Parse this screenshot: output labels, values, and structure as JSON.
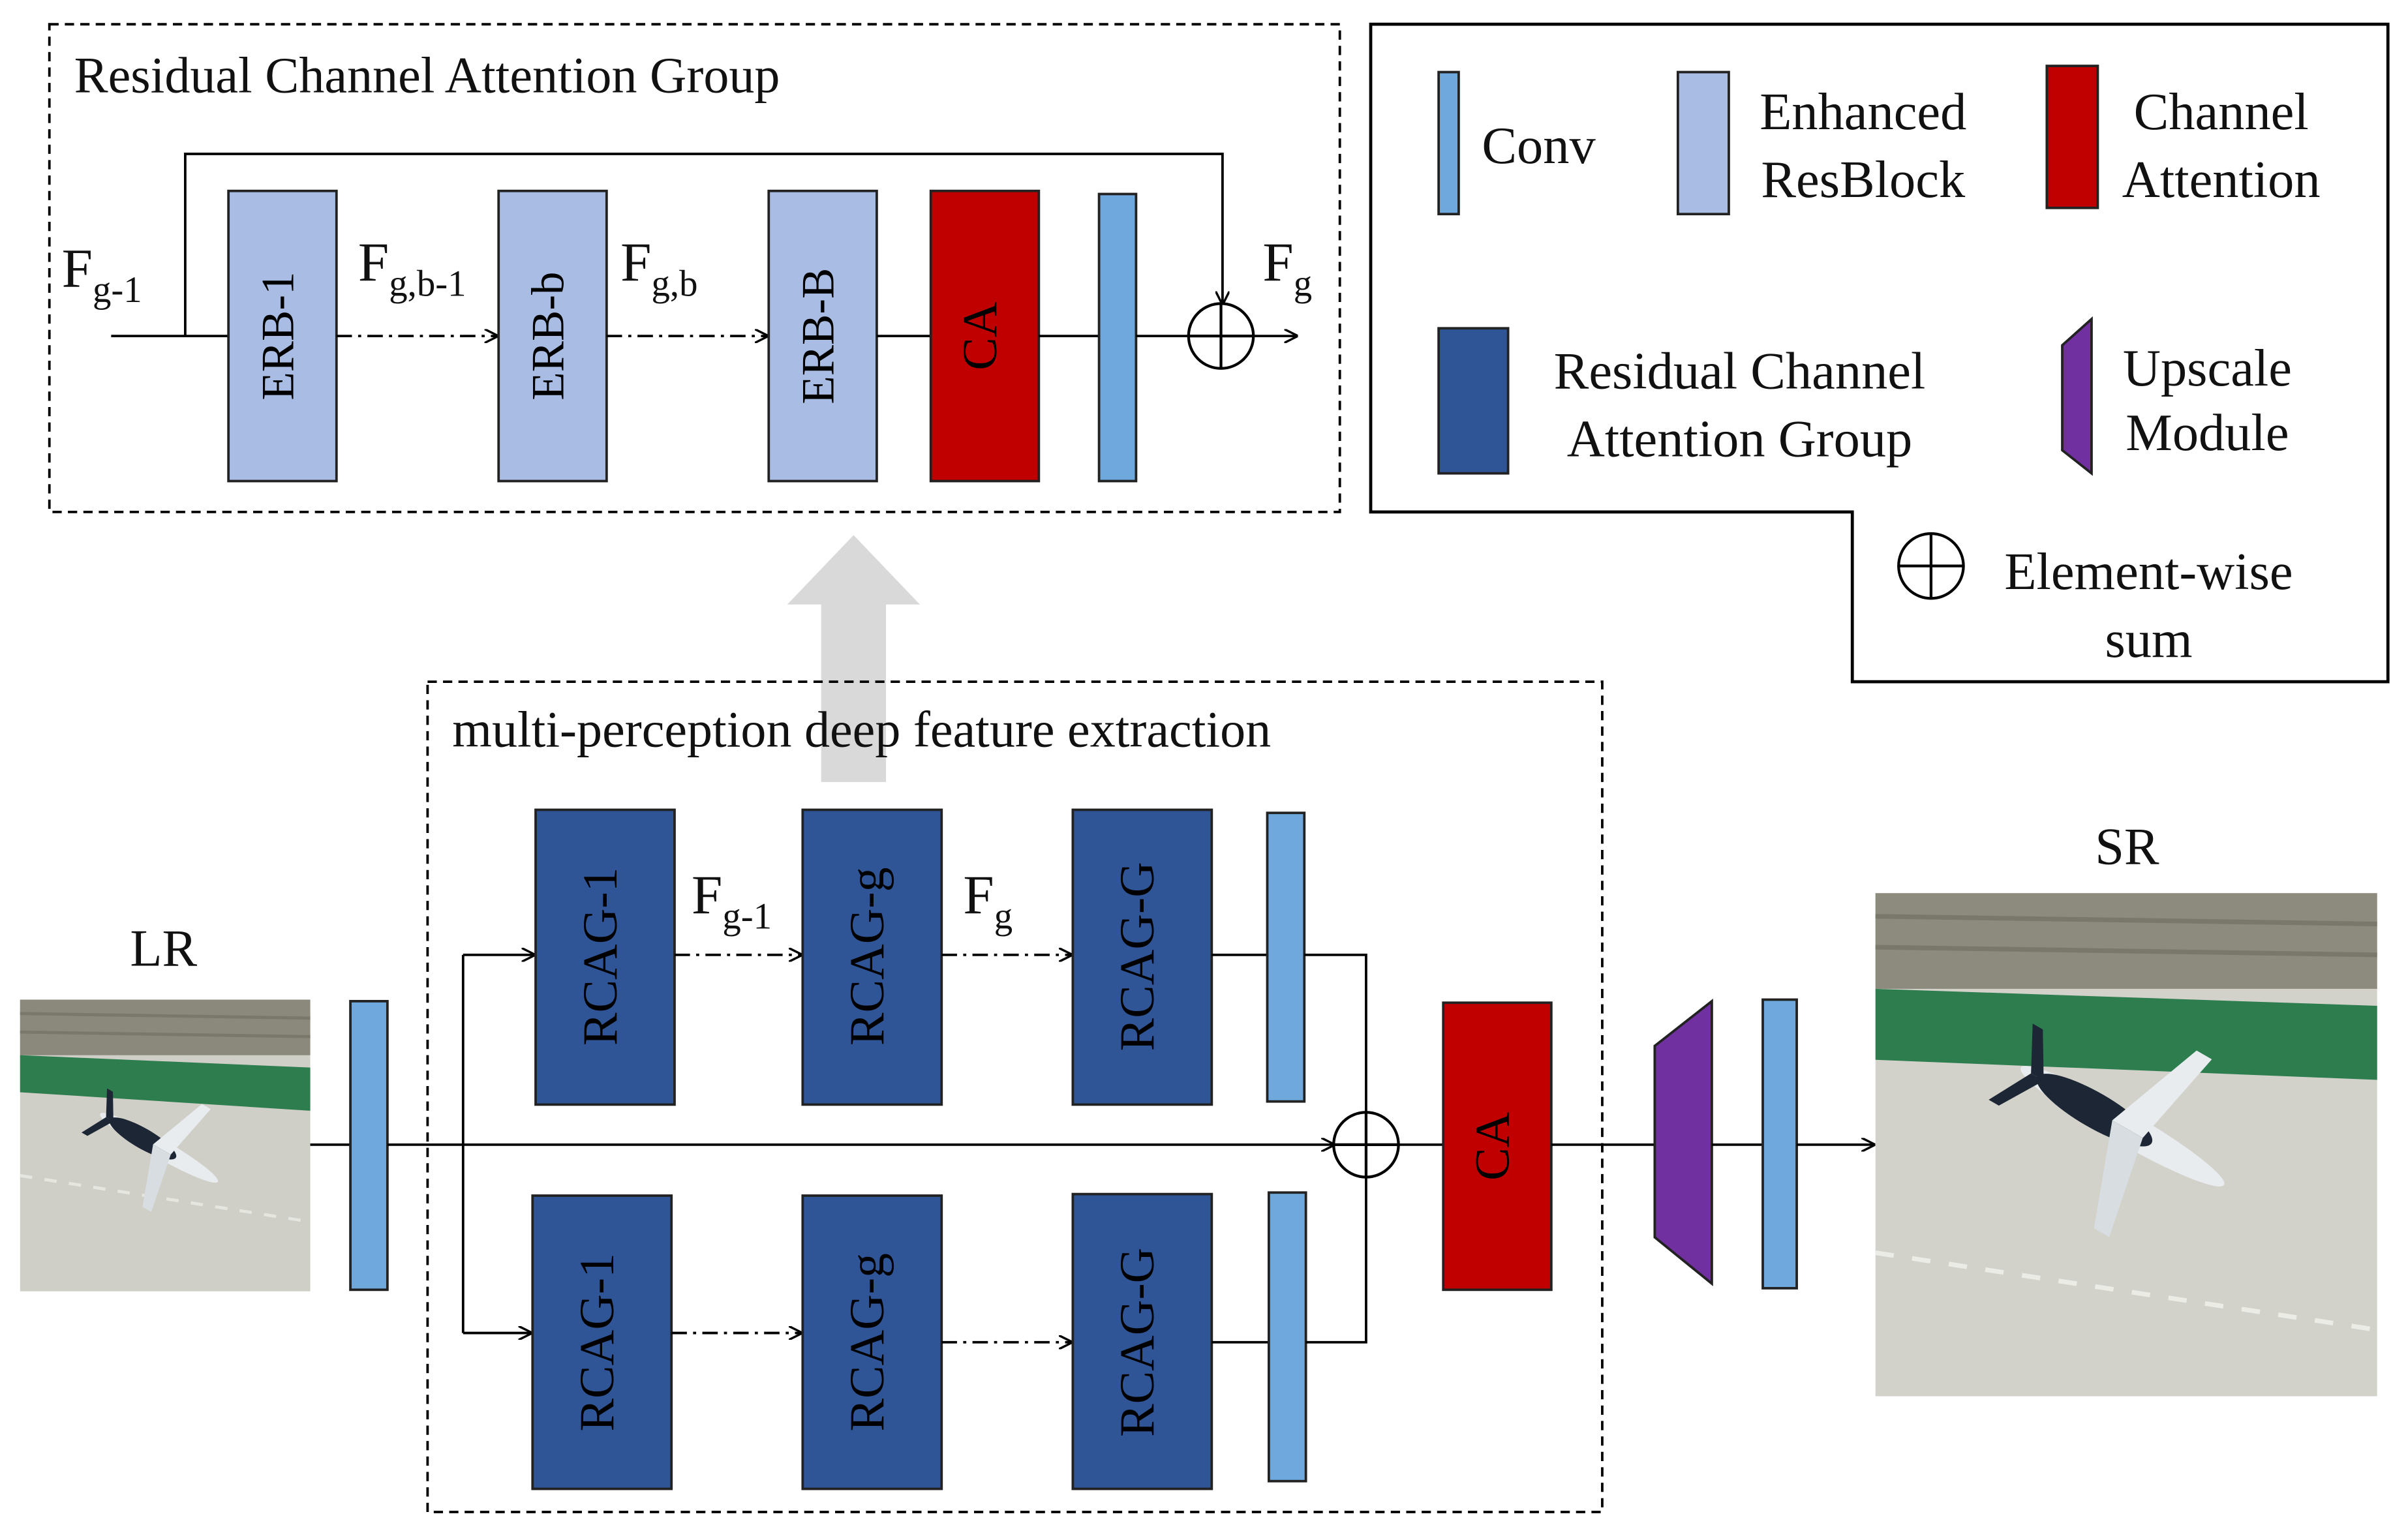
{
  "colors": {
    "conv": "#6fa8dc",
    "erb": "#a9bde4",
    "ca": "#c00000",
    "rcag": "#2f5597",
    "upscale": "#7030a0",
    "line": "#000000",
    "up_arrow": "#d9d9d9"
  },
  "rcag_panel": {
    "title": "Residual Channel Attention Group",
    "input_label": {
      "base": "F",
      "sub": "g-1"
    },
    "blocks": [
      {
        "label": "ERB-1"
      },
      {
        "label": "ERB-b"
      },
      {
        "label": "ERB-B"
      },
      {
        "label": "CA"
      }
    ],
    "between_labels": [
      {
        "base": "F",
        "sub": "g,b-1"
      },
      {
        "base": "F",
        "sub": "g,b"
      }
    ],
    "output_label": {
      "base": "F",
      "sub": "g"
    }
  },
  "legend": {
    "conv": "Conv",
    "erb_line1": "Enhanced",
    "erb_line2": "ResBlock",
    "ca_line1": "Channel",
    "ca_line2": "Attention",
    "rcag_line1": "Residual Channel",
    "rcag_line2": "Attention Group",
    "up_line1": "Upscale",
    "up_line2": "Module",
    "sum_line1": "Element-wise",
    "sum_line2": "sum",
    "icons": [
      "conv-icon",
      "enhanced-resblock-icon",
      "channel-attention-icon",
      "rcag-icon",
      "upscale-module-icon",
      "element-wise-sum-icon"
    ]
  },
  "main": {
    "panel_title": "multi-perception deep feature extraction",
    "lr_label": "LR",
    "sr_label": "SR",
    "top_branch": {
      "blocks": [
        "RCAG-1",
        "RCAG-g",
        "RCAG-G"
      ],
      "labels": [
        {
          "base": "F",
          "sub": "g-1"
        },
        {
          "base": "F",
          "sub": "g"
        }
      ]
    },
    "bottom_branch": {
      "blocks": [
        "RCAG-1",
        "RCAG-g",
        "RCAG-G"
      ]
    },
    "ca_label": "CA"
  }
}
